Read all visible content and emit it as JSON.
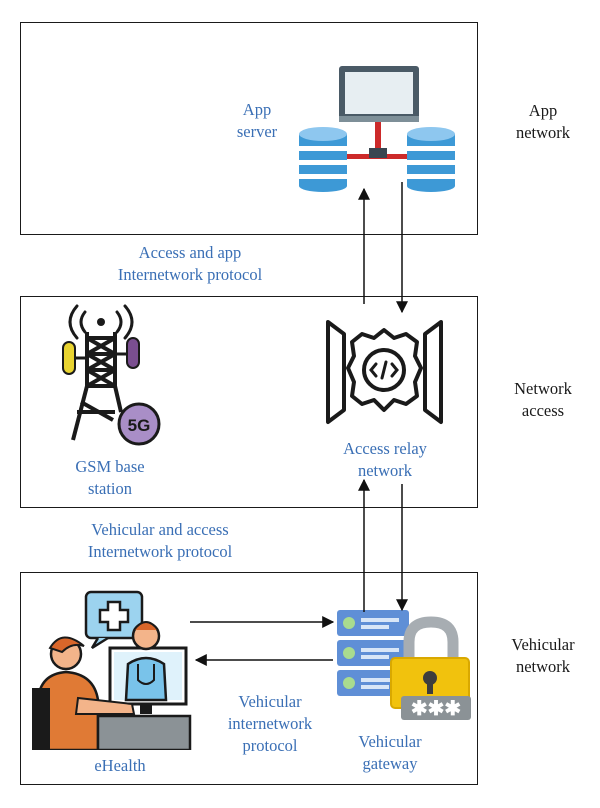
{
  "layers": {
    "app": {
      "side_line1": "App",
      "side_line2": "network",
      "node_line1": "App",
      "node_line2": "server"
    },
    "access": {
      "side_line1": "Network",
      "side_line2": "access",
      "gsm_line1": "GSM base",
      "gsm_line2": "station",
      "relay_line1": "Access relay",
      "relay_line2": "network",
      "badge": "5G"
    },
    "vehicular": {
      "side_line1": "Vehicular",
      "side_line2": "network",
      "ehealth": "eHealth",
      "gateway_line1": "Vehicular",
      "gateway_line2": "gateway"
    }
  },
  "protocols": {
    "access_app_line1": "Access and app",
    "access_app_line2": "Internetwork protocol",
    "vehicular_access_line1": "Vehicular and access",
    "vehicular_access_line2": "Internetwork protocol",
    "vehicular_line1": "Vehicular",
    "vehicular_line2": "internetwork",
    "vehicular_line3": "protocol"
  },
  "colors": {
    "label_blue": "#3a6fb5",
    "box_border": "#1a1a1a"
  }
}
